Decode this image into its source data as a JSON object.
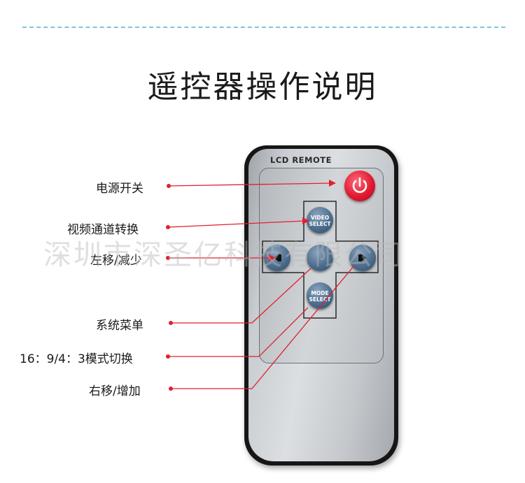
{
  "page": {
    "title": "遥控器操作说明",
    "watermark": "深圳市深圣亿科技有限公司"
  },
  "remote": {
    "label": "LCD REMOTE",
    "buttons": {
      "video_select": "VIDEO\nSELECT",
      "mode_select": "MODE\nSELECT"
    },
    "icons": [
      "power-icon",
      "left-arrow-icon",
      "right-arrow-icon"
    ]
  },
  "labels": {
    "power": "电源开关",
    "video": "视频通道转换",
    "left": "左移/减少",
    "menu": "系统菜单",
    "ratio": "16：9/4：3模式切换",
    "right": "右移/增加"
  },
  "colors": {
    "callout": "#e0202e",
    "power_button": "#e21a32",
    "nav_button": "#4d6e8e",
    "dashed_rule": "#7ec3da"
  }
}
